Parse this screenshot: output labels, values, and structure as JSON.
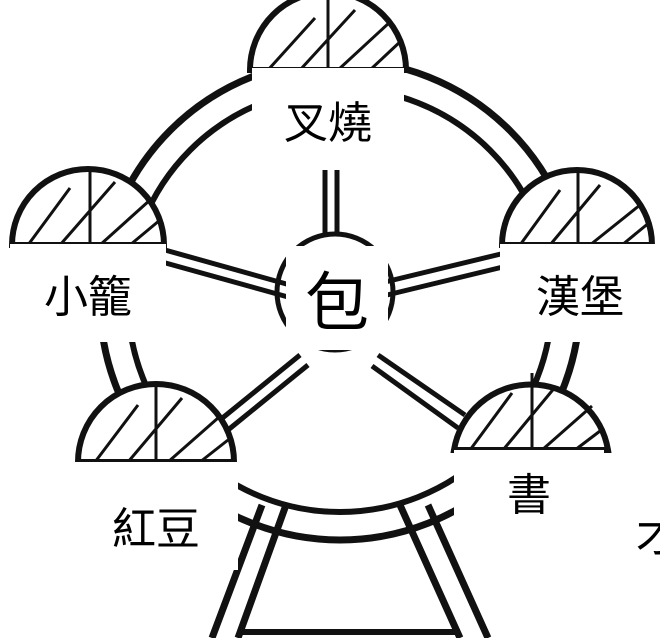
{
  "hub": {
    "character": "包"
  },
  "cabins": [
    {
      "id": "top",
      "label": "叉燒"
    },
    {
      "id": "left",
      "label": "小籠"
    },
    {
      "id": "right",
      "label": "漢堡"
    },
    {
      "id": "bottom-left",
      "label": "紅豆"
    },
    {
      "id": "bottom-right",
      "label": "書"
    }
  ],
  "edge_fragment": "才"
}
